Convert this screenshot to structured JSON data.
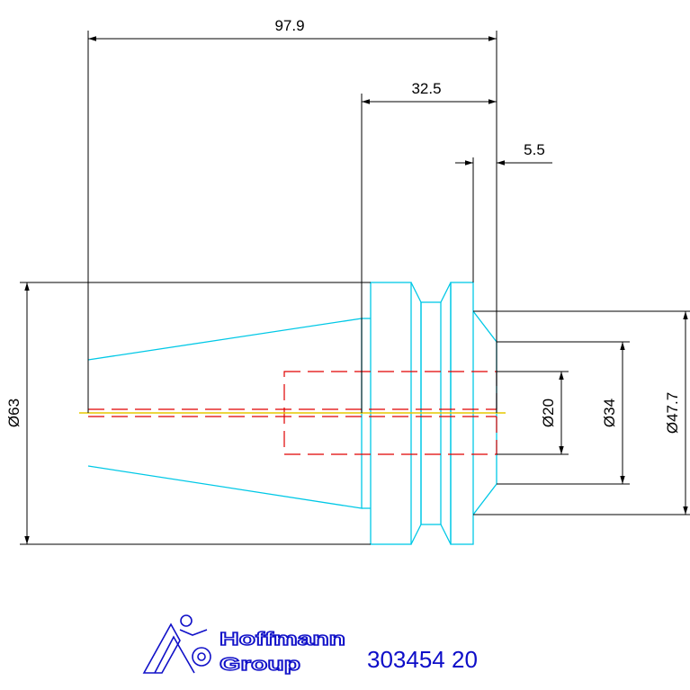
{
  "drawing": {
    "dimensions": {
      "overall_length": "97.9",
      "mid_length": "32.5",
      "end_length": "5.5",
      "dia_63": "Ø63",
      "dia_20": "Ø20",
      "dia_34": "Ø34",
      "dia_47_7": "Ø47.7"
    },
    "colors": {
      "outline": "#00c8e6",
      "dimension": "#000000",
      "hidden": "#e00000",
      "centerline": "#e6c800",
      "brand": "#1010c8"
    }
  },
  "logo": {
    "line1": "Hoffmann",
    "line2": "Group"
  },
  "part_number": "303454 20"
}
